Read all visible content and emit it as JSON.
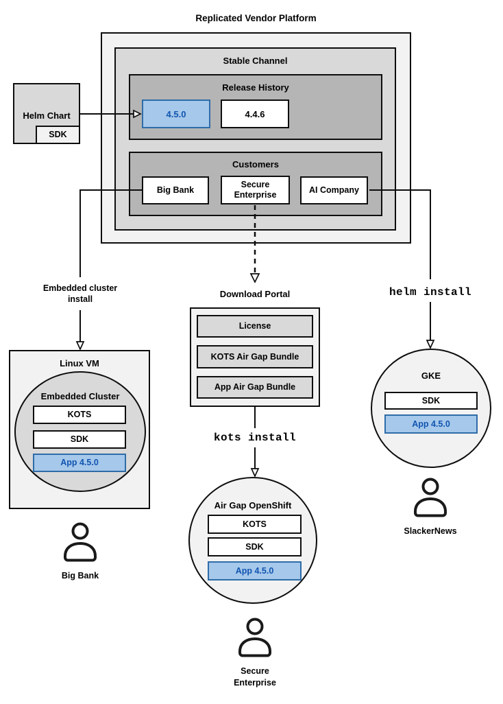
{
  "title": "Replicated Vendor Platform",
  "platform": {
    "stable_channel_label": "Stable Channel",
    "release_history": {
      "label": "Release History",
      "releases": [
        {
          "version": "4.5.0",
          "highlighted": true
        },
        {
          "version": "4.4.6",
          "highlighted": false
        }
      ]
    },
    "customers": {
      "label": "Customers",
      "items": [
        "Big Bank",
        "Secure Enterprise",
        "AI Company"
      ]
    }
  },
  "helm_chart": {
    "label": "Helm Chart",
    "sdk_label": "SDK"
  },
  "connectors": {
    "embedded_cluster_install": "Embedded cluster\ninstall",
    "kots_install": "kots install",
    "helm_install": "helm install"
  },
  "download_portal": {
    "label": "Download Portal",
    "items": [
      "License",
      "KOTS Air Gap Bundle",
      "App Air Gap Bundle"
    ]
  },
  "installations": {
    "linux_vm": {
      "label": "Linux VM",
      "cluster_label": "Embedded Cluster",
      "components": [
        "KOTS",
        "SDK"
      ],
      "app": "App 4.5.0",
      "user": "Big Bank"
    },
    "air_gap_openshift": {
      "label": "Air Gap OpenShift",
      "components": [
        "KOTS",
        "SDK"
      ],
      "app": "App 4.5.0",
      "user": "Secure\nEnterprise"
    },
    "gke": {
      "label": "GKE",
      "components": [
        "SDK"
      ],
      "app": "App 4.5.0",
      "user": "SlackerNews"
    }
  },
  "colors": {
    "highlight_fill": "#a6c8ea",
    "highlight_border": "#2e6ca8",
    "highlight_text": "#1155b0",
    "box_light": "#f2f2f2",
    "box_medium": "#d9d9d9",
    "box_dark": "#b5b5b5",
    "line": "#0d0d0d"
  }
}
